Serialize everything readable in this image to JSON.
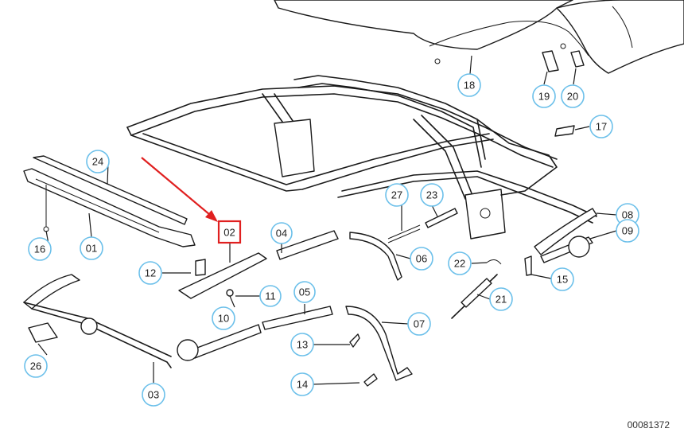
{
  "diagram": {
    "diagram_id": "00081372",
    "highlighted_part": "02",
    "callouts": [
      {
        "id": "01",
        "label": "01"
      },
      {
        "id": "02",
        "label": "02"
      },
      {
        "id": "03",
        "label": "03"
      },
      {
        "id": "04",
        "label": "04"
      },
      {
        "id": "05",
        "label": "05"
      },
      {
        "id": "06",
        "label": "06"
      },
      {
        "id": "07",
        "label": "07"
      },
      {
        "id": "08",
        "label": "08"
      },
      {
        "id": "09",
        "label": "09"
      },
      {
        "id": "10",
        "label": "10"
      },
      {
        "id": "11",
        "label": "11"
      },
      {
        "id": "12",
        "label": "12"
      },
      {
        "id": "13",
        "label": "13"
      },
      {
        "id": "14",
        "label": "14"
      },
      {
        "id": "15",
        "label": "15"
      },
      {
        "id": "16",
        "label": "16"
      },
      {
        "id": "17",
        "label": "17"
      },
      {
        "id": "18",
        "label": "18"
      },
      {
        "id": "19",
        "label": "19"
      },
      {
        "id": "20",
        "label": "20"
      },
      {
        "id": "21",
        "label": "21"
      },
      {
        "id": "22",
        "label": "22"
      },
      {
        "id": "23",
        "label": "23"
      },
      {
        "id": "24",
        "label": "24"
      },
      {
        "id": "26",
        "label": "26"
      },
      {
        "id": "27",
        "label": "27"
      }
    ],
    "colors": {
      "callout_ring": "#6cc0ea",
      "highlight": "#e02020",
      "line": "#1a1a1a"
    }
  }
}
